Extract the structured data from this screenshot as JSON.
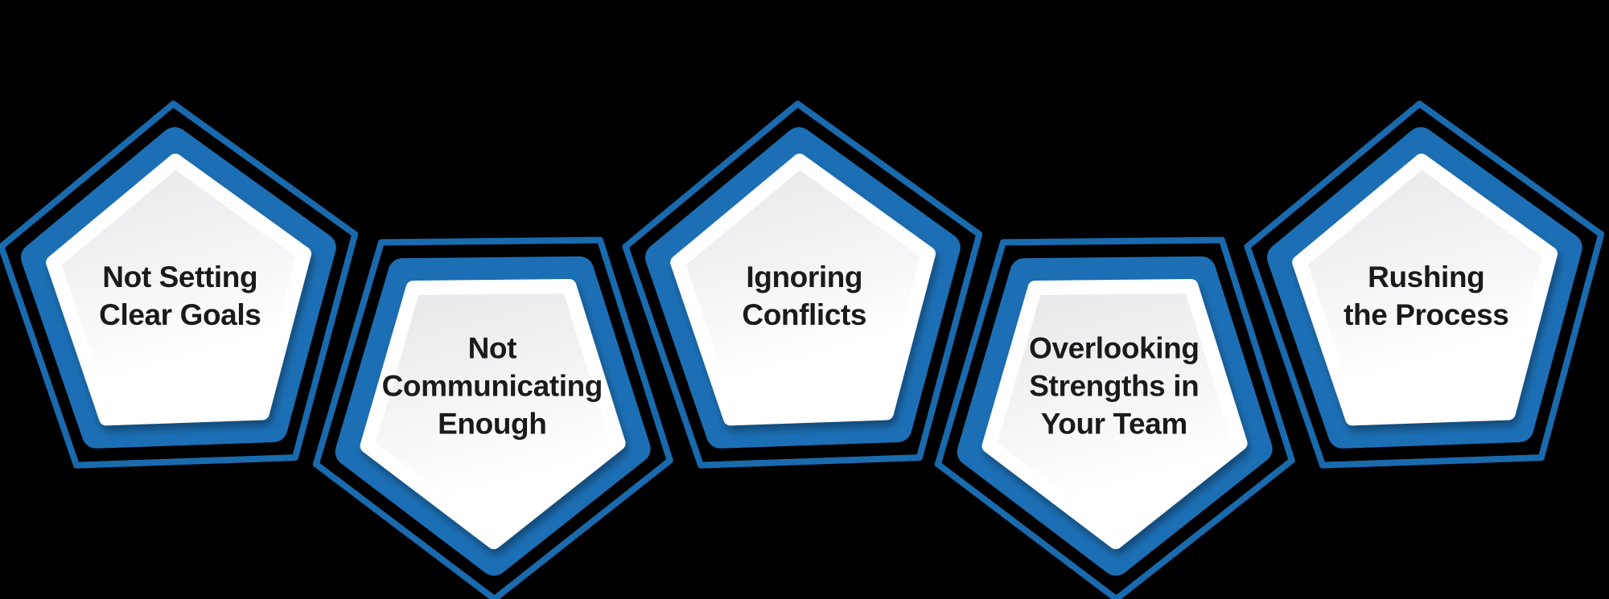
{
  "figure": {
    "description": "Zigzag chain of five pentagon badges",
    "background_color": "#000000",
    "pentagon_border_color": "#1C6FB5",
    "pentagon_outline_color": "#1A6AAE",
    "pentagon_face_gradient": [
      "#E7E8EA",
      "#F4F4F6",
      "#FFFFFF"
    ],
    "text_color": "#1A1A1A"
  },
  "items": [
    {
      "id": "not-setting-clear-goals",
      "label": "Not Setting Clear Goals",
      "lines": [
        "Not Setting",
        "Clear Goals",
        ""
      ],
      "orientation": "up"
    },
    {
      "id": "not-communicating-enough",
      "label": "Not Communicating Enough",
      "lines": [
        "Not",
        "Communicating",
        "Enough"
      ],
      "orientation": "down"
    },
    {
      "id": "ignoring-conflicts",
      "label": "Ignoring Conflicts",
      "lines": [
        "Ignoring",
        "Conflicts",
        ""
      ],
      "orientation": "up"
    },
    {
      "id": "overlooking-strengths-in-your-team",
      "label": "Overlooking Strengths in Your Team",
      "lines": [
        "Overlooking",
        "Strengths in",
        "Your Team"
      ],
      "orientation": "down"
    },
    {
      "id": "rushing-the-process",
      "label": "Rushing the Process",
      "lines": [
        "Rushing",
        "the Process",
        ""
      ],
      "orientation": "up"
    }
  ]
}
